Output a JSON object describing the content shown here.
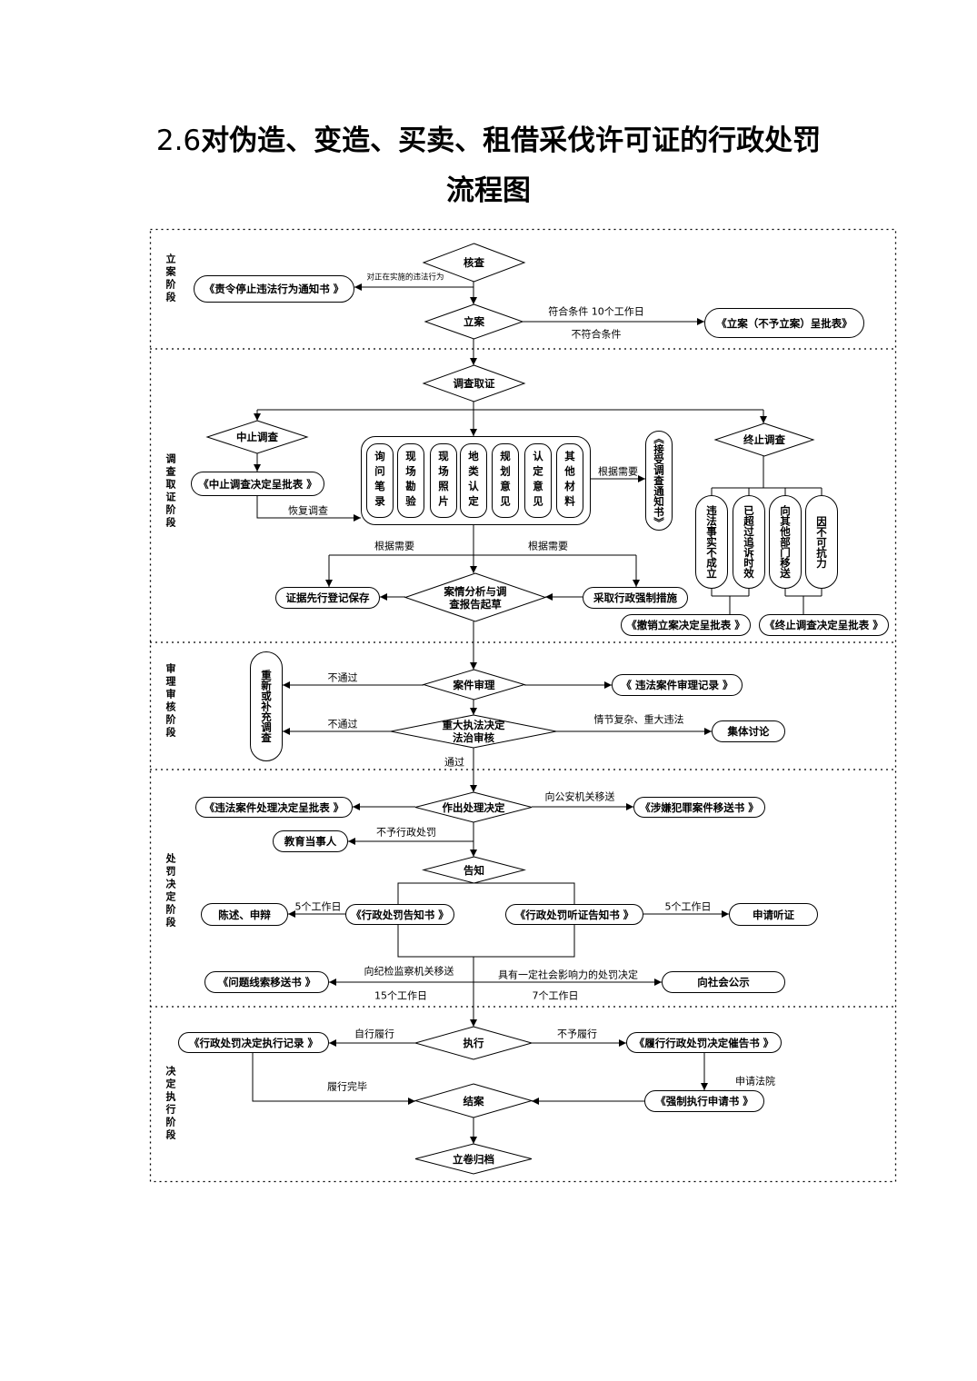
{
  "title": {
    "number": "2.6",
    "text": "对伪造、变造、买卖、租借采伐许可证的行政处罚",
    "subtitle": "流程图"
  },
  "colors": {
    "stroke": "#000000",
    "background": "#ffffff"
  },
  "stages": {
    "filing": "立案阶段",
    "investigation": "调查取证阶段",
    "review": "审理审核阶段",
    "decision": "处罚决定阶段",
    "execution": "决定执行阶段"
  },
  "nodes": {
    "check": "核查",
    "stop_notice": "《责令停止违法行为通知书 》",
    "file_case": "立案",
    "file_form": "《立案（不予立案）呈批表》",
    "investigate": "调查取证",
    "suspend": "中止调查",
    "suspend_form": "《中止调查决定呈批表 》",
    "evidence": [
      "询问笔录",
      "现场勘验",
      "现场照片",
      "地类认定",
      "规划意见",
      "认定意见",
      "其他材料"
    ],
    "accept_notice": "《接受调查通知书》",
    "terminate": "终止调查",
    "terminate_reasons": [
      "违法事实不成立",
      "已超过追诉时效",
      "向其他部门移送",
      "因不可抗力"
    ],
    "revoke_form": "《撤销立案决定呈批表 》",
    "terminate_form": "《终止调查决定呈批表 》",
    "preserve": "证据先行登记保存",
    "analysis": [
      "案情分析与调",
      "查报告起草"
    ],
    "enforce_measures": "采取行政强制措施",
    "reinvestigate": "重新或补充调查",
    "trial": "案件审理",
    "trial_record": "《 违法案件审理记录 》",
    "legal_review": [
      "重大执法决定",
      "法治审核"
    ],
    "collective": "集体讨论",
    "decision": "作出处理决定",
    "decision_form": "《违法案件处理决定呈批表 》",
    "transfer_crime": "《涉嫌犯罪案件移送书 》",
    "educate": "教育当事人",
    "notify": "告知",
    "penalty_notice": "《行政处罚告知书 》",
    "hearing_notice": "《行政处罚听证告知书 》",
    "statement": "陈述、申辩",
    "hearing_request": "申请听证",
    "clue_transfer": "《问题线索移送书 》",
    "publicize": "向社会公示",
    "execute": "执行",
    "execution_record": "《行政处罚决定执行记录 》",
    "urge_notice": "《履行行政处罚决定催告书 》",
    "enforce_application": "《强制执行申请书 》",
    "close": "结案",
    "archive": "立卷归档"
  },
  "edge_labels": {
    "ongoing": "对正在实施的违法行为",
    "qualify": "符合条件 10个工作日",
    "not_qualify": "不符合条件",
    "as_needed_accept": "根据需要",
    "resume": "恢复调查",
    "as_needed_left": "根据需要",
    "as_needed_right": "根据需要",
    "fail_trial": "不通过",
    "fail_review": "不通过",
    "complex": "情节复杂、重大违法",
    "pass": "通过",
    "to_police": "向公安机关移送",
    "no_penalty": "不予行政处罚",
    "days5_left": "5个工作日",
    "days5_right": "5个工作日",
    "to_discipline": "向纪检监察机关移送",
    "days15": "15个工作日",
    "social_impact": "具有一定社会影响力的处罚决定",
    "days7": "7个工作日",
    "self_perform": "自行履行",
    "not_perform": "不予履行",
    "apply_court": "申请法院",
    "perform_done": "履行完毕"
  }
}
